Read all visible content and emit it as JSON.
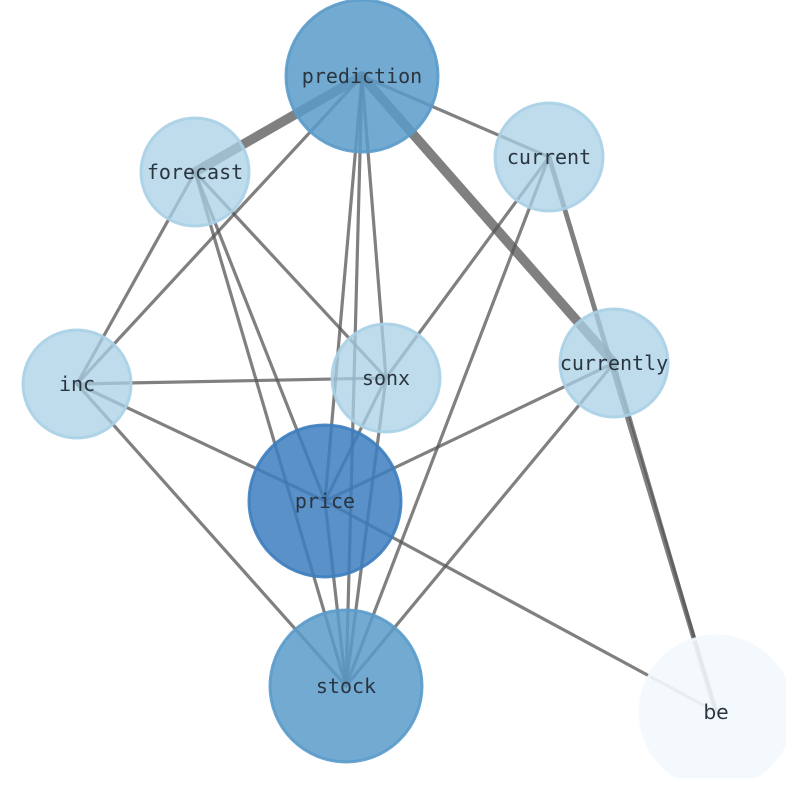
{
  "nodes": [
    {
      "id": "prediction",
      "label": "prediction",
      "color": "#5b9bca",
      "fill_opacity": 0.85
    },
    {
      "id": "forecast",
      "label": "forecast",
      "color": "#a9d0e6",
      "fill_opacity": 0.75
    },
    {
      "id": "current",
      "label": "current",
      "color": "#a9d0e6",
      "fill_opacity": 0.75
    },
    {
      "id": "inc",
      "label": "inc",
      "color": "#a9d0e6",
      "fill_opacity": 0.75
    },
    {
      "id": "sonx",
      "label": "sonx",
      "color": "#a9d0e6",
      "fill_opacity": 0.75
    },
    {
      "id": "currently",
      "label": "currently",
      "color": "#a9d0e6",
      "fill_opacity": 0.75
    },
    {
      "id": "price",
      "label": "price",
      "color": "#3d7ebf",
      "fill_opacity": 0.85
    },
    {
      "id": "stock",
      "label": "stock",
      "color": "#5b9bca",
      "fill_opacity": 0.85
    },
    {
      "id": "be",
      "label": "be",
      "color": "#f3f8fd",
      "fill_opacity": 0.9
    }
  ],
  "edges": [
    {
      "source": "prediction",
      "target": "forecast",
      "weight": 3
    },
    {
      "source": "prediction",
      "target": "currently",
      "weight": 3
    },
    {
      "source": "prediction",
      "target": "current",
      "weight": 1
    },
    {
      "source": "prediction",
      "target": "inc",
      "weight": 1
    },
    {
      "source": "prediction",
      "target": "sonx",
      "weight": 1
    },
    {
      "source": "prediction",
      "target": "price",
      "weight": 1
    },
    {
      "source": "prediction",
      "target": "stock",
      "weight": 1
    },
    {
      "source": "forecast",
      "target": "inc",
      "weight": 1
    },
    {
      "source": "forecast",
      "target": "sonx",
      "weight": 1
    },
    {
      "source": "forecast",
      "target": "price",
      "weight": 1
    },
    {
      "source": "forecast",
      "target": "stock",
      "weight": 1
    },
    {
      "source": "current",
      "target": "sonx",
      "weight": 1
    },
    {
      "source": "current",
      "target": "stock",
      "weight": 1
    },
    {
      "source": "current",
      "target": "be",
      "weight": 1.5
    },
    {
      "source": "inc",
      "target": "sonx",
      "weight": 1
    },
    {
      "source": "inc",
      "target": "price",
      "weight": 1
    },
    {
      "source": "inc",
      "target": "stock",
      "weight": 1
    },
    {
      "source": "sonx",
      "target": "price",
      "weight": 1
    },
    {
      "source": "sonx",
      "target": "stock",
      "weight": 1
    },
    {
      "source": "currently",
      "target": "price",
      "weight": 1
    },
    {
      "source": "currently",
      "target": "stock",
      "weight": 1
    },
    {
      "source": "currently",
      "target": "be",
      "weight": 1
    },
    {
      "source": "price",
      "target": "stock",
      "weight": 1
    },
    {
      "source": "price",
      "target": "be",
      "weight": 1
    }
  ],
  "edge_color": "#555555"
}
